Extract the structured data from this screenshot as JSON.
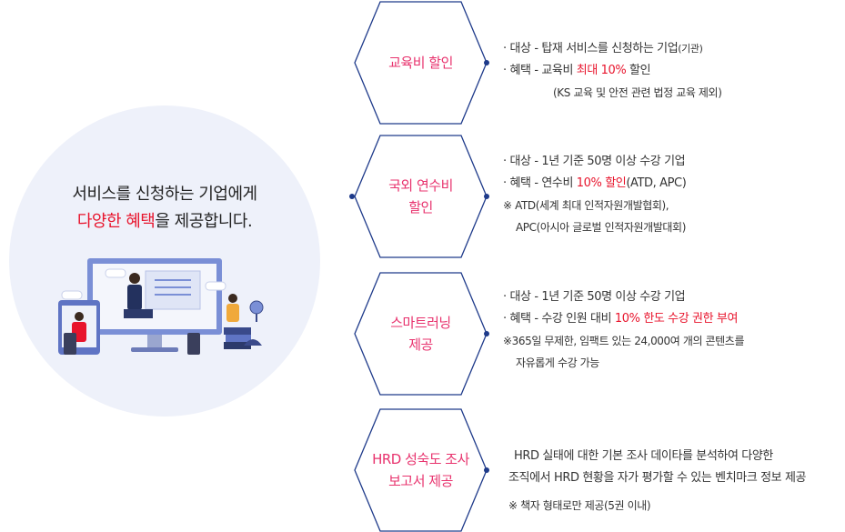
{
  "intro": {
    "line1": "서비스를 신청하는 기업에게",
    "line2_hl": "다양한 혜택",
    "line2_rest": "을 제공합니다."
  },
  "colors": {
    "accent": "#e8142c",
    "hexagon_stroke": "#1e3a8a",
    "hexagon_label": "#e8336e",
    "circle_bg": "#eef1fa"
  },
  "sections": [
    {
      "title": [
        "교육비 할인"
      ],
      "items": [
        {
          "pre": "· 대상 - 탑재 서비스를 신청하는 기업",
          "small": "(기관)"
        },
        {
          "pre": "· 혜택 - 교육비 ",
          "hl": "최대 10%",
          "post": " 할인"
        },
        {
          "note": "(KS 교육 및 안전 관련 법정 교육 제외)"
        }
      ]
    },
    {
      "title": [
        "국외 연수비",
        "할인"
      ],
      "items": [
        {
          "text": "· 대상 - 1년 기준 50명 이상 수강 기업"
        },
        {
          "pre": "· 혜택 - 연수비 ",
          "hl": "10% 할인",
          "post": "(ATD, APC)"
        },
        {
          "text": "※ ATD(세계 최대 인적자원개발협회),"
        },
        {
          "text": "APC(아시아 글로벌 인적자원개발대회)"
        }
      ]
    },
    {
      "title": [
        "스마트러닝",
        "제공"
      ],
      "items": [
        {
          "text": "· 대상 - 1년 기준 50명 이상 수강 기업"
        },
        {
          "pre": "· 혜택 - 수강 인원 대비 ",
          "hl": "10% 한도 수강 권한 부여"
        },
        {
          "text": "※365일 무제한, 임팩트 있는 24,000여 개의 콘텐츠를"
        },
        {
          "text": "자유롭게 수강 가능"
        }
      ]
    },
    {
      "title": [
        "HRD 성숙도 조사",
        "보고서 제공"
      ],
      "items": [
        {
          "text": "HRD 실태에 대한 기본 조사 데이타를 분석하여 다양한"
        },
        {
          "text": "조직에서 HRD 현황을 자가 평가할 수 있는 벤치마크 정보 제공"
        },
        {
          "text": "※ 책자 형태로만 제공(5권 이내)"
        }
      ]
    }
  ]
}
